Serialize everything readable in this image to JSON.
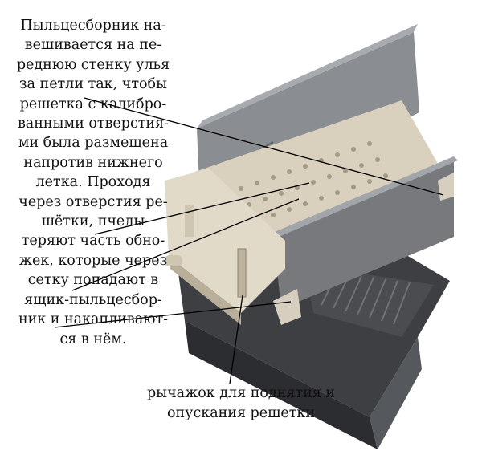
{
  "description_text": {
    "lines": [
      "Пыльцесборник на-",
      "вешивается на пе-",
      "реднюю стенку улья",
      "за петли так, чтобы",
      "решетка с калибро-",
      "ванными отверстия-",
      "ми была размещена",
      "напротив нижнего",
      "летка. Проходя",
      "через отверстия ре-",
      "шётки, пчелы",
      "теряют часть обно-",
      "жек, которые через",
      "сетку попадают в",
      "ящик-пыльцесбор-",
      "ник и накапливают-",
      "ся в нём."
    ]
  },
  "lever_label": {
    "lines": [
      "рычажок для поднятия и",
      "опускания решетки"
    ]
  },
  "colors": {
    "box_dark": "#3d3f42",
    "plate_grey": "#8a8d91",
    "frame_beige": "#d9d0bd",
    "leader_line": "#000000"
  }
}
